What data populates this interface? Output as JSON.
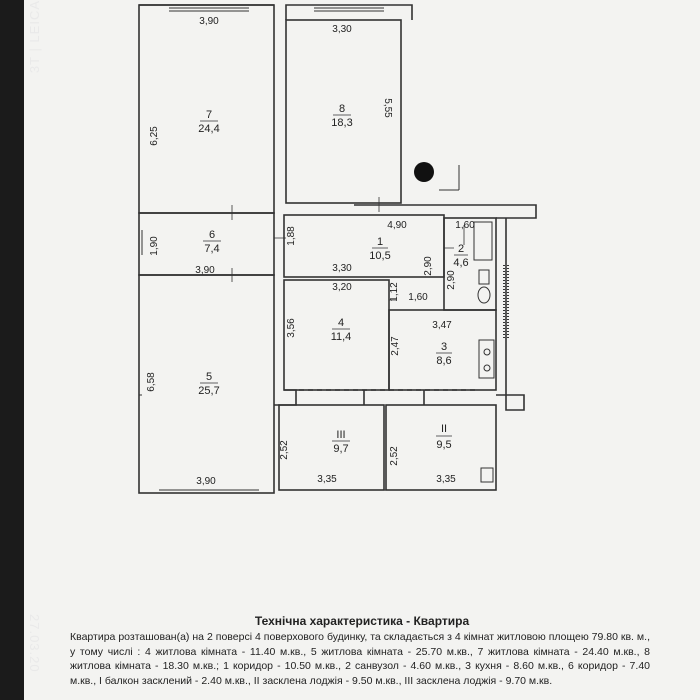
{
  "watermark": {
    "top": "3T | LEICA",
    "bottom": "27.03.20"
  },
  "rooms": {
    "r7": {
      "num": "7",
      "area": "24,4"
    },
    "r8": {
      "num": "8",
      "area": "18,3"
    },
    "r6": {
      "num": "6",
      "area": "7,4"
    },
    "r1": {
      "num": "1",
      "area": "10,5"
    },
    "r2": {
      "num": "2",
      "area": "4,6"
    },
    "r5": {
      "num": "5",
      "area": "25,7"
    },
    "r4": {
      "num": "4",
      "area": "11,4"
    },
    "r3": {
      "num": "3",
      "area": "8,6"
    },
    "rIII": {
      "num": "III",
      "area": "9,7"
    },
    "rII": {
      "num": "II",
      "area": "9,5"
    }
  },
  "dims": {
    "d1": "3,90",
    "d2": "3,30",
    "d3": "6,25",
    "d4": "5,55",
    "d5": "4,90",
    "d6": "1,60",
    "d7": "1,90",
    "d8": "1,88",
    "d9": "2,90",
    "d10": "2,90",
    "d11": "3,90",
    "d12": "3,30",
    "d13": "3,20",
    "d14": "1,12",
    "d15": "1,60",
    "d16": "3,47",
    "d17": "3,56",
    "d18": "2,47",
    "d19": "6,58",
    "d20": "2,52",
    "d21": "2,52",
    "d22": "3,90",
    "d23": "3,35",
    "d24": "3,35"
  },
  "doc": {
    "title": "Технічна характеристика - Квартира",
    "text": "Квартира розташован(а) на 2 поверсі 4 поверхового будинку, та складається з 4 кімнат житловою площею 79.80 кв. м., у тому числі : 4 житлова кімната - 11.40 м.кв., 5 житлова кімната - 25.70 м.кв., 7 житлова кімната - 24.40 м.кв., 8 житлова кімната - 18.30 м.кв.; 1 коридор - 10.50 м.кв., 2 санвузол - 4.60 м.кв., 3 кухня - 8.60 м.кв., 6 коридор - 7.40 м.кв., I балкон засклений - 2.40 м.кв., II засклена лоджія - 9.50 м.кв., III засклена лоджія - 9.70 м.кв."
  }
}
